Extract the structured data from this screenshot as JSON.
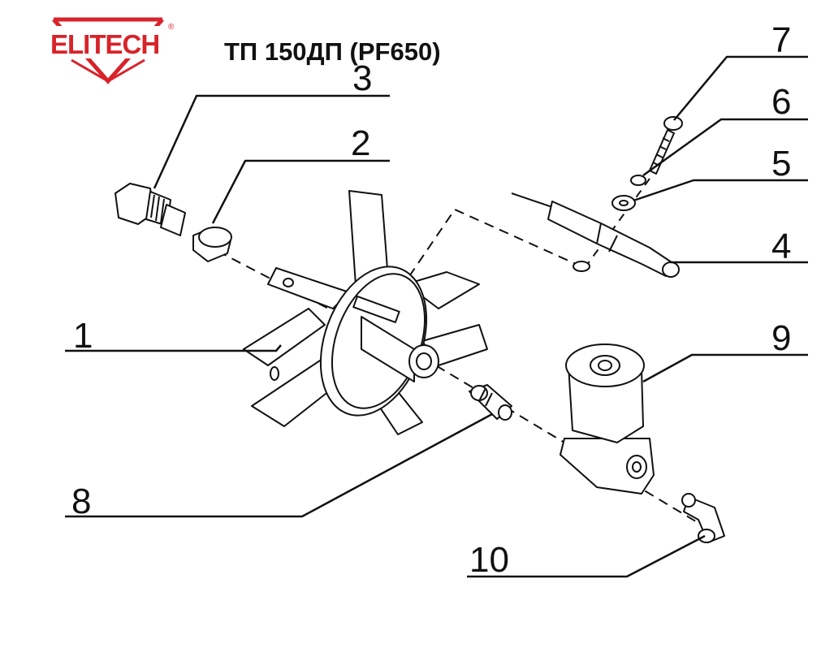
{
  "header": {
    "brand": "ELITECH",
    "registered": "®",
    "model": "ТП 150ДП (PF650)"
  },
  "callouts": [
    "1",
    "2",
    "3",
    "4",
    "5",
    "6",
    "7",
    "8",
    "9",
    "10"
  ],
  "colors": {
    "brand_red": "#d8232a",
    "line": "#111111"
  }
}
